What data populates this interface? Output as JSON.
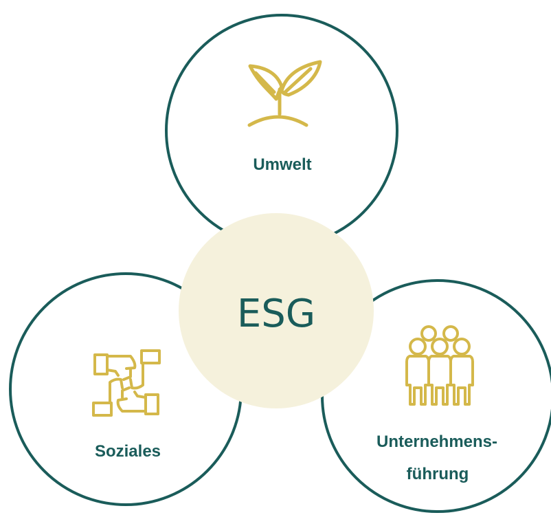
{
  "colors": {
    "ring": "#1a5c5a",
    "icon": "#d4b84a",
    "center_fill": "#f5f1dc",
    "label": "#1a5c5a"
  },
  "center": {
    "label": "ESG"
  },
  "nodes": [
    {
      "label": "Umwelt",
      "icon": "sprout-icon"
    },
    {
      "label": "Soziales",
      "icon": "joined-hands-icon"
    },
    {
      "label_line1": "Unternehmens-",
      "label_line2": "führung",
      "icon": "people-group-icon"
    }
  ]
}
